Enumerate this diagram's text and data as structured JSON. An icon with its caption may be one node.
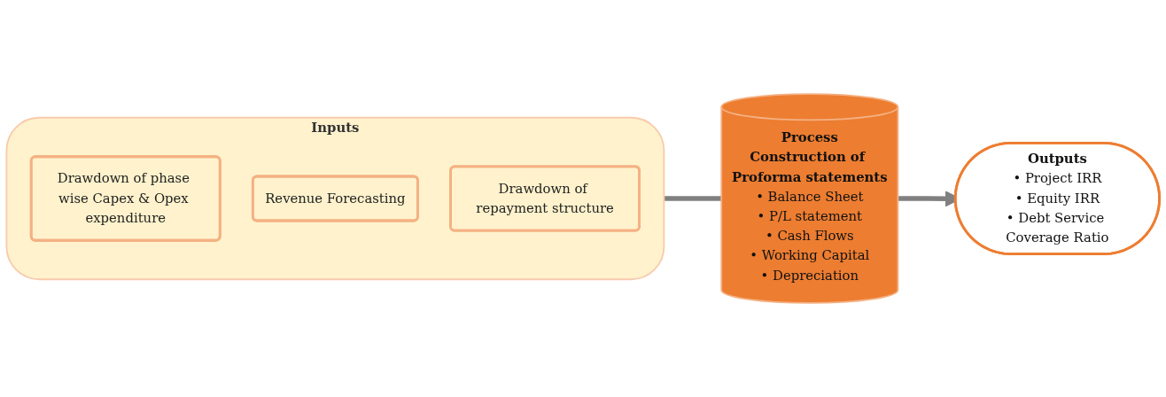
{
  "diagram": {
    "nodes": [
      {
        "text": [
          "Inputs"
        ]
      },
      {
        "text": [
          "Drawdown of phase wise Capex & Opex expenditure"
        ],
        "in": 0
      },
      {
        "text": [
          "Revenue Forecasting"
        ],
        "in": 0
      },
      {
        "text": [
          "Drawdown of repayment structure"
        ],
        "in": 0
      },
      {
        "text": [
          "Process",
          "Construction of Proforma statements",
          "• Balance Sheet",
          "• P/L statement",
          "• Cash Flows",
          "• Working Capital",
          "• Depreciation"
        ]
      },
      {
        "text": [
          "Outputs",
          "• Project IRR",
          "• Equity IRR",
          "• Debt Service Coverage Ratio"
        ]
      }
    ],
    "edges": [
      {
        "from": 0,
        "to": 4,
        "arrow": "none"
      },
      {
        "from": 4,
        "to": 5,
        "arrow": "to"
      }
    ]
  }
}
